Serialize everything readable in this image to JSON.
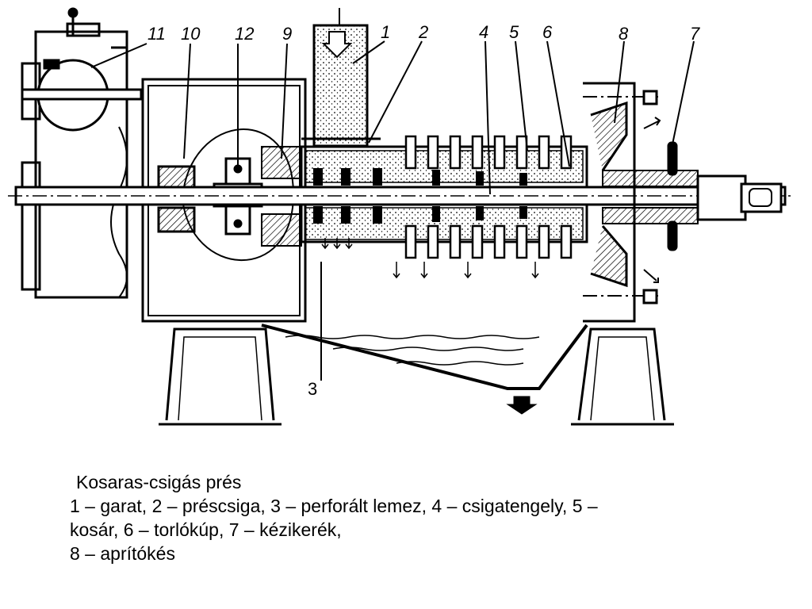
{
  "diagram": {
    "part_labels": [
      "11",
      "10",
      "12",
      "9",
      "1",
      "2",
      "4",
      "5",
      "6",
      "8",
      "7",
      "3"
    ]
  },
  "caption": {
    "title": "Kosaras-csigás prés",
    "line1": "1 – garat, 2 – préscsiga, 3 – perforált lemez, 4 – csigatengely, 5 –",
    "line2": "kosár, 6 – torlókúp, 7 – kézikerék,",
    "line3": "8 – aprítókés"
  }
}
